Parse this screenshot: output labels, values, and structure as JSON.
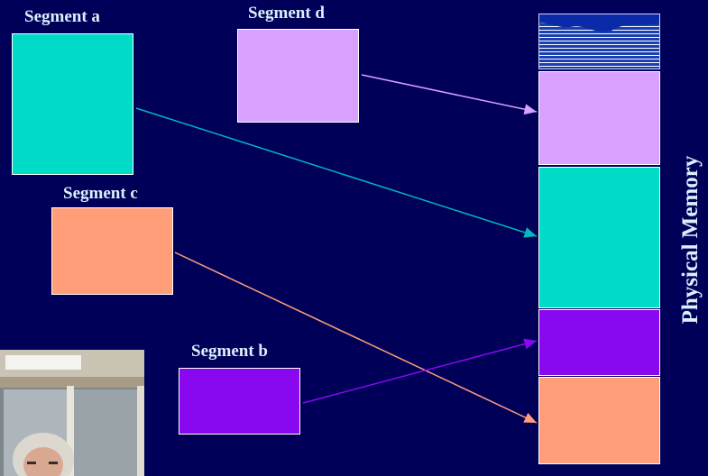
{
  "segments": {
    "a": {
      "label": "Segment a",
      "color": "#00dcc8"
    },
    "b": {
      "label": "Segment b",
      "color": "#8a08f0"
    },
    "c": {
      "label": "Segment c",
      "color": "#ff9e78"
    },
    "d": {
      "label": "Segment d",
      "color": "#d8a0ff"
    }
  },
  "physical_memory": {
    "label": "Physical Memory",
    "blocks": [
      {
        "segment": "free",
        "color": "#1a3fb0"
      },
      {
        "segment": "d",
        "color": "#d8a0ff"
      },
      {
        "segment": "a",
        "color": "#00dcc8"
      },
      {
        "segment": "b",
        "color": "#8a08f0"
      },
      {
        "segment": "c",
        "color": "#ff9e78"
      }
    ]
  },
  "mappings": [
    {
      "from": "d",
      "to": "d",
      "color": "#d8a0ff"
    },
    {
      "from": "a",
      "to": "a",
      "color": "#00b8c0"
    },
    {
      "from": "c",
      "to": "c",
      "color": "#ff9e78"
    },
    {
      "from": "b",
      "to": "b",
      "color": "#8a08f0"
    }
  ]
}
